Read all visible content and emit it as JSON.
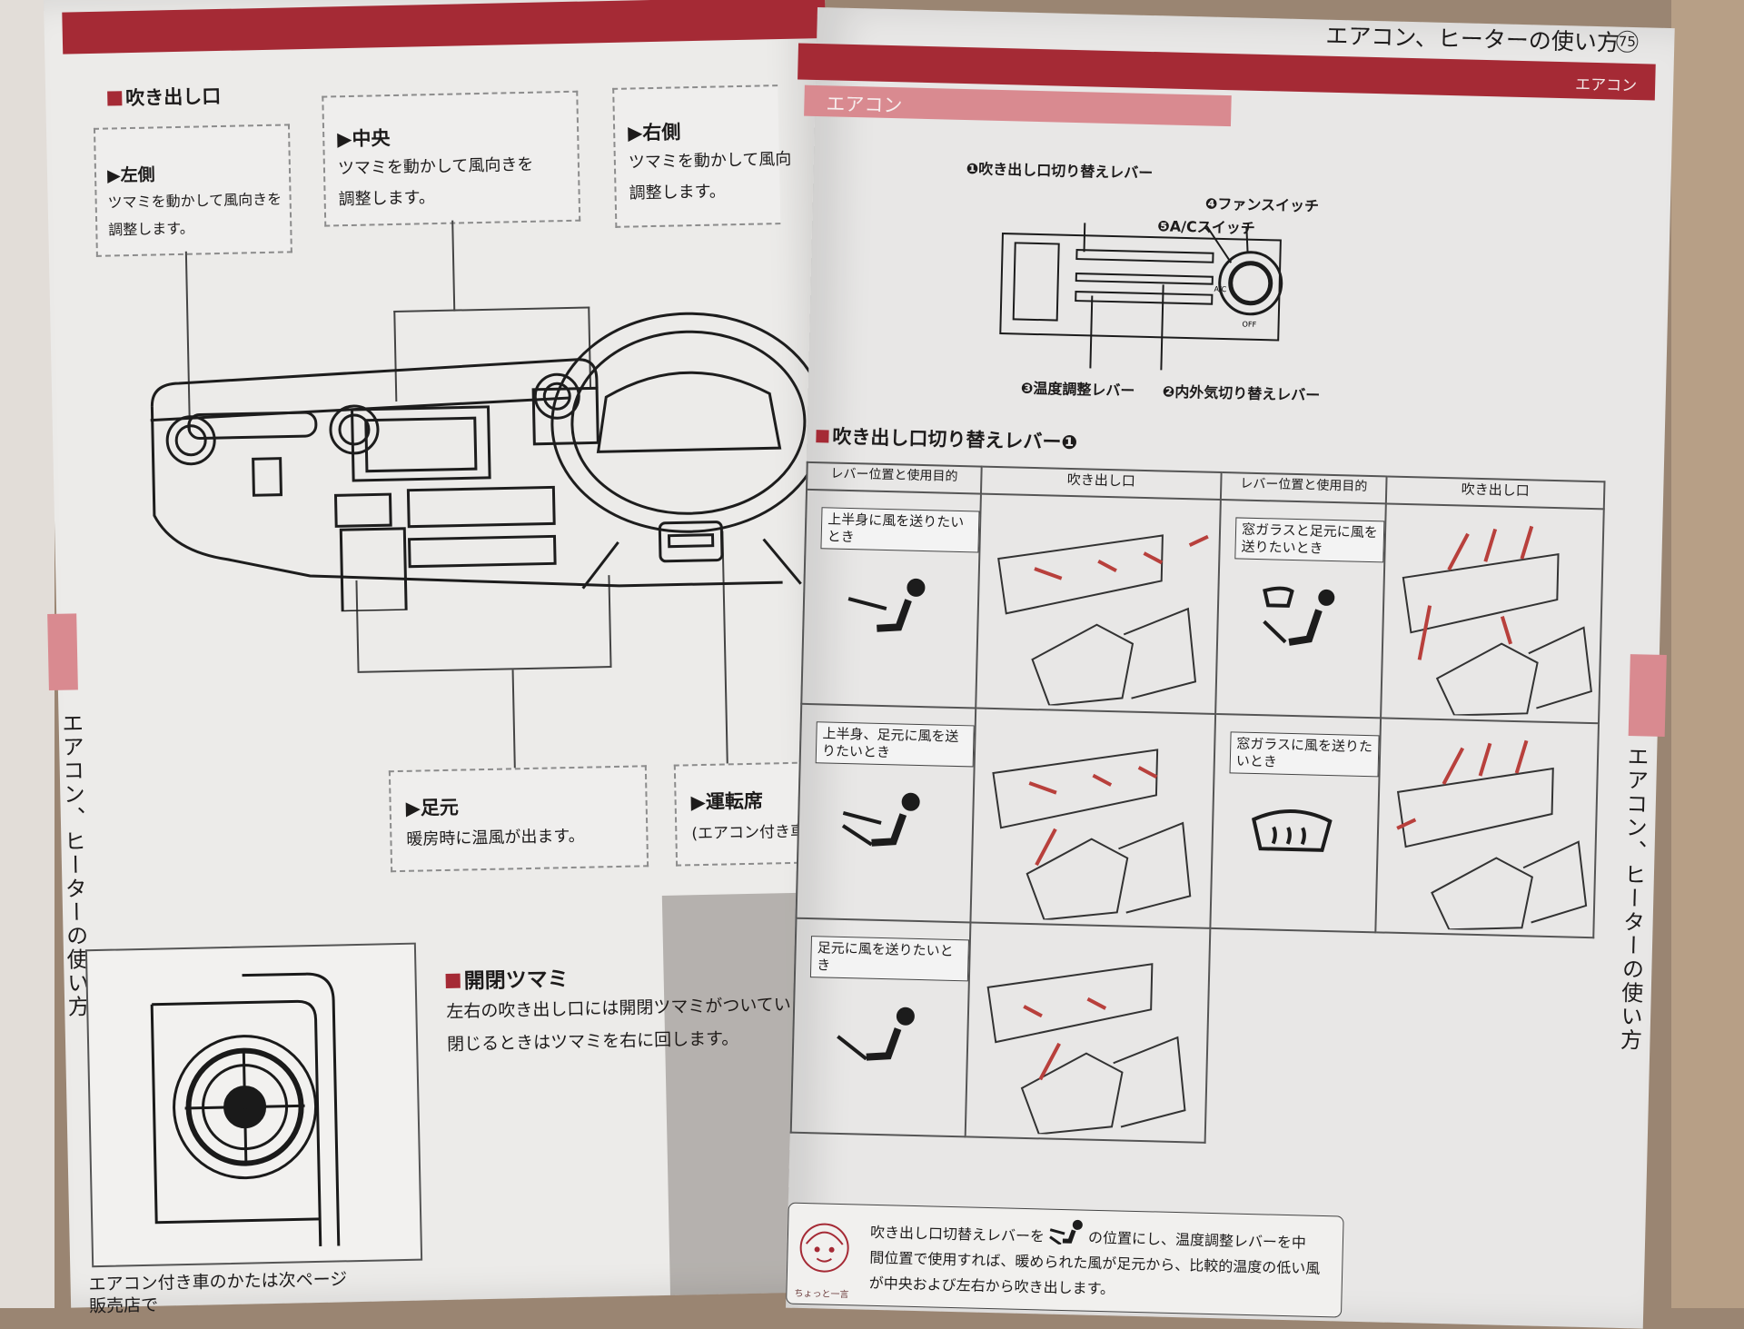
{
  "header": {
    "title": "エアコン、ヒーターの使い方",
    "page_number": "75",
    "section_tab": "エアコン",
    "section_band": "エアコン",
    "side_tab": "エアコン、ヒーターの使い方"
  },
  "left": {
    "section_title": "吹き出し口",
    "callouts": [
      {
        "heading": "▶左側",
        "text": "ツマミを動かして風向きを\n調整します。"
      },
      {
        "heading": "▶中央",
        "text": "ツマミを動かして風向きを\n調整します。"
      },
      {
        "heading": "▶右側",
        "text": "ツマミを動かして風向\n調整します。"
      },
      {
        "heading": "▶足元",
        "text": "暖房時に温風が出ます。"
      },
      {
        "heading": "▶運転席",
        "text": "(エアコン付き車の"
      }
    ],
    "knob_title": "開閉ツマミ",
    "knob_text": [
      "左右の吹き出し口には開閉ツマミがついています。",
      "閉じるときはツマミを右に回します。"
    ],
    "bottom_text": [
      "エアコン付き車のかたは次ページ",
      "販売店で"
    ]
  },
  "right": {
    "panel_labels": {
      "l1": "❶吹き出し口切り替えレバー",
      "l2": "❷内外気切り替えレバー",
      "l3": "❸温度調整レバー",
      "l4": "❹ファンスイッチ",
      "l5": "❺A/Cスイッチ"
    },
    "panel_marks": {
      "ac": "A/C",
      "off": "OFF"
    },
    "table_title": "吹き出し口切り替えレバー❶",
    "table_headers": [
      "レバー位置と使用目的",
      "吹き出し口",
      "レバー位置と使用目的",
      "吹き出し口"
    ],
    "rows": [
      {
        "purpose": "上半身に風を送りたいとき",
        "purpose2": "窓ガラスと足元に風を送りたいとき"
      },
      {
        "purpose": "上半身、足元に風を送りたいとき",
        "purpose2": "窓ガラスに風を送りたいとき"
      },
      {
        "purpose": "足元に風を送りたいとき",
        "purpose2": ""
      }
    ],
    "tip_lines": [
      "吹き出し口切替えレバーを　　　の位置にし、温度調整レバーを中",
      "間位置で使用すれば、暖められた風が足元から、比較的温度の低い風",
      "が中央および左右から吹き出します。"
    ],
    "tip_caption": "ちょっと一言"
  },
  "colors": {
    "accent_red": "#a52a35",
    "accent_pink": "#d98a90",
    "arrow_red": "#b8403c"
  }
}
